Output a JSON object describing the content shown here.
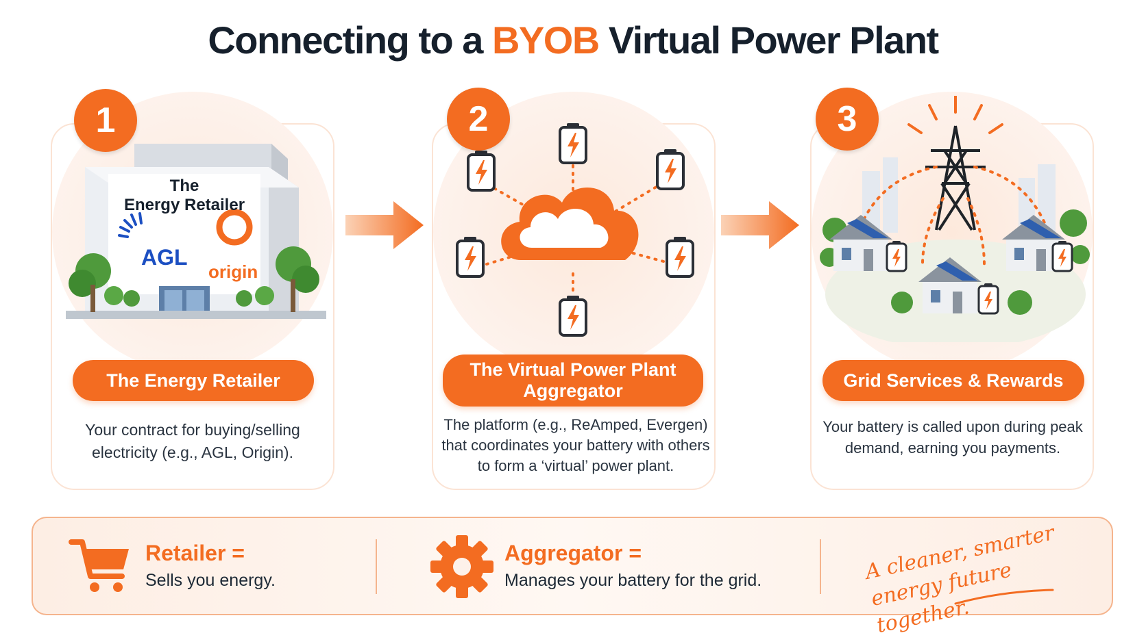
{
  "title": {
    "prefix": "Connecting to a ",
    "accent": "BYOB",
    "suffix": " Virtual Power Plant"
  },
  "steps": [
    {
      "number": "1",
      "heading": "The Energy Retailer",
      "description": "Your contract for buying/selling electricity (e.g., AGL, Origin).",
      "sign_line1": "The",
      "sign_line2": "Energy Retailer",
      "logos": [
        "AGL",
        "origin"
      ]
    },
    {
      "number": "2",
      "heading": "The Virtual Power Plant Aggregator",
      "description": "The platform (e.g., ReAmped, Evergen) that coordinates your battery with others to form a ‘virtual’ power plant."
    },
    {
      "number": "3",
      "heading": "Grid Services & Rewards",
      "description": "Your battery is called upon during peak demand, earning you payments."
    }
  ],
  "legend": {
    "retailer_term": "Retailer =",
    "retailer_def": "Sells you energy.",
    "aggregator_term": "Aggregator =",
    "aggregator_def": "Manages your battery for the grid.",
    "tagline": "A cleaner, smarter energy future together."
  },
  "icons": {
    "step1": "retailer-building-icon",
    "step2": "cloud-battery-network-icon",
    "step3": "power-tower-homes-icon",
    "arrow": "arrow-right-icon",
    "retailer": "shopping-cart-icon",
    "aggregator": "gear-icon"
  },
  "colors": {
    "accent": "#f36c21",
    "text": "#16202c",
    "pale": "#fde9dc"
  }
}
